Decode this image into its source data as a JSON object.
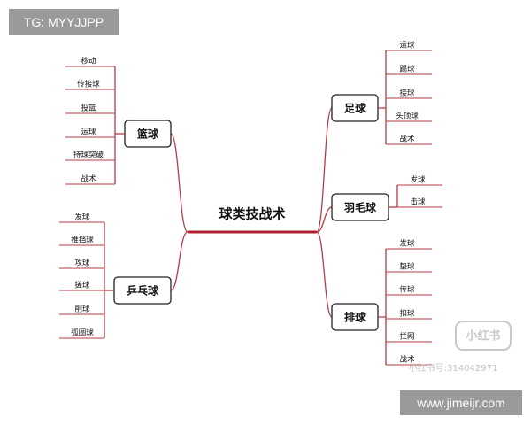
{
  "watermarks": {
    "tg_label": "TG: MYYJJPP",
    "site_label": "www.jimeijr.com",
    "xhs_logo": "小红书",
    "xhs_id": "小红书号:314042971"
  },
  "colors": {
    "branch_line": "#b43c46",
    "center_underline": "#b02030",
    "box_border": "#222222"
  },
  "mindmap": {
    "center": "球类技战术",
    "branches": {
      "basketball": {
        "label": "篮球",
        "items": [
          "移动",
          "传接球",
          "投篮",
          "运球",
          "持球突破",
          "战术"
        ]
      },
      "pingpong": {
        "label": "乒乓球",
        "items": [
          "发球",
          "推挡球",
          "攻球",
          "搓球",
          "削球",
          "弧圈球"
        ]
      },
      "football": {
        "label": "足球",
        "items": [
          "运球",
          "踢球",
          "接球",
          "头顶球",
          "战术"
        ]
      },
      "badminton": {
        "label": "羽毛球",
        "items": [
          "发球",
          "击球"
        ]
      },
      "volleyball": {
        "label": "排球",
        "items": [
          "发球",
          "垫球",
          "传球",
          "扣球",
          "拦网",
          "战术"
        ]
      }
    }
  }
}
